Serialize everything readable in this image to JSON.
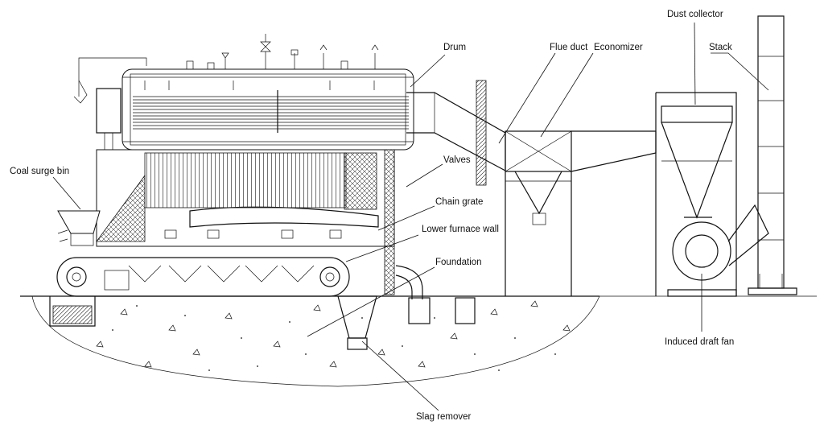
{
  "labels": {
    "drum": "Drum",
    "flue_duct": "Flue duct",
    "economizer": "Economizer",
    "dust_collector": "Dust collector",
    "stack": "Stack",
    "coal_surge_bin": "Coal surge bin",
    "valves": "Valves",
    "chain_grate": "Chain grate",
    "lower_furnace_wall": "Lower furnace wall",
    "foundation": "Foundation",
    "induced_draft_fan": "Induced draft fan",
    "slag_remover": "Slag remover"
  },
  "colors": {
    "line": "#111111",
    "background": "#ffffff"
  }
}
